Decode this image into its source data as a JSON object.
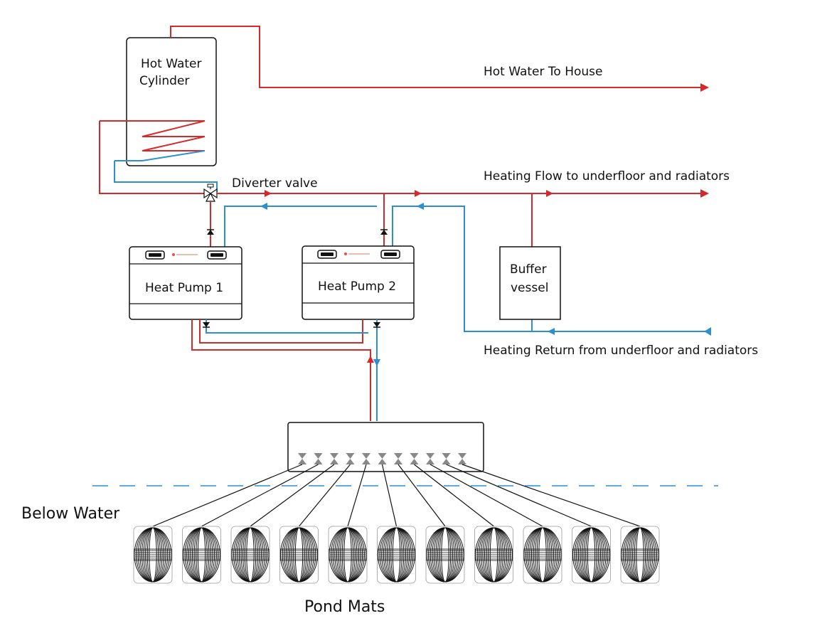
{
  "labels": {
    "hot_water_cylinder": [
      "Hot Water",
      "Cylinder"
    ],
    "hot_water_to_house": "Hot Water To House",
    "diverter_valve": "Diverter valve",
    "heating_flow": "Heating Flow to underfloor and radiators",
    "heating_return": "Heating Return from underfloor and radiators",
    "heat_pump_1": "Heat Pump 1",
    "heat_pump_2": "Heat Pump 2",
    "buffer_vessel": [
      "Buffer",
      "vessel"
    ],
    "below_water": "Below Water",
    "pond_mats": "Pond Mats"
  },
  "colors": {
    "flow": "#d42a2a",
    "return": "#2b8fd0",
    "outline": "#111111",
    "water_line": "#2b8fd0"
  },
  "manifold": {
    "port_count": 11
  },
  "pond_mats": {
    "count": 11
  }
}
